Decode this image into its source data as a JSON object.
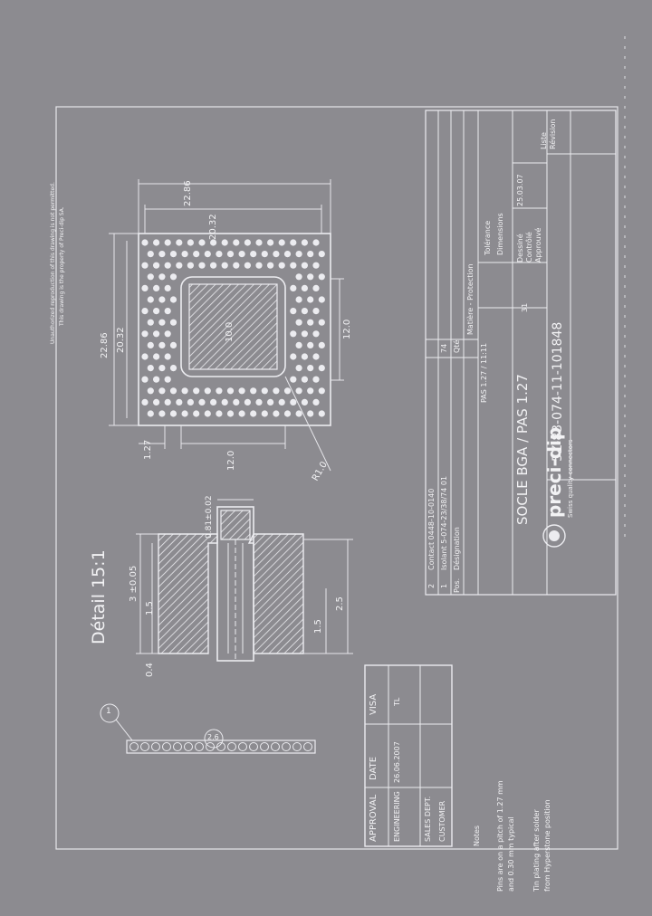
{
  "notice": {
    "line1": "Unauthorized reproduction of this drawing is not permitted.",
    "line2": "This drawing is the property of Preci-dip SA."
  },
  "detail": {
    "title": "Détail 15:1"
  },
  "dims": {
    "overall_w": "22.86",
    "overall_h": "22.86",
    "pitch_w": "20.32",
    "pitch_h": "20.32",
    "pad_w": "12.0",
    "pad_h": "12.0",
    "cavity": "10.0",
    "edge": "1.27",
    "radius": "R1.0",
    "pin_d": "0.81±0.02",
    "hole_d": "3 ±0.05",
    "d15": "1.5",
    "d25": "2.5",
    "d04": "0.4",
    "d15b": "1.5"
  },
  "callouts": {
    "c1": "1",
    "c2": "2.6"
  },
  "parts_table": {
    "rows": [
      {
        "pos": "2",
        "designation": "Contact 0448-10-0140",
        "qty": ""
      },
      {
        "pos": "1",
        "designation": "Isolant 5-074-23/38/74 01",
        "qty": "74"
      },
      {
        "pos": "Pos.",
        "designation": "Désignation",
        "qty": "Qté"
      }
    ],
    "material": "Matière - Protection",
    "tolerance": "Tolérance",
    "dimensions": "Dimensions",
    "dessine": "Dessiné",
    "controle": "Contrôlé",
    "approuve": "Approuvé",
    "date": "25.03.07",
    "sheet": "31",
    "title": "SOCLE BGA / PAS 1.27",
    "drawing_no": "5Z-83-074-11-101848",
    "revision": "Révision",
    "liste": "Liste",
    "scale_note": "PAS 1.27 / 11:11",
    "brand": "preci-dip",
    "brand_sub": "Swiss quality connectors"
  },
  "approval": {
    "headers": [
      "APPROVAL",
      "DATE",
      "VISA"
    ],
    "rows": [
      [
        "ENGINEERING",
        "26.06.2007",
        "TL"
      ],
      [
        "SALES DEPT.",
        "",
        ""
      ],
      [
        "CUSTOMER",
        "",
        ""
      ]
    ]
  },
  "notes": {
    "title": "Notes",
    "n1": "Pins are on a pitch of 1.27 mm",
    "n1b": "and 0.30 mm typical",
    "n2": "Tin plating after solder",
    "n2b": "from Hyperstone position"
  }
}
